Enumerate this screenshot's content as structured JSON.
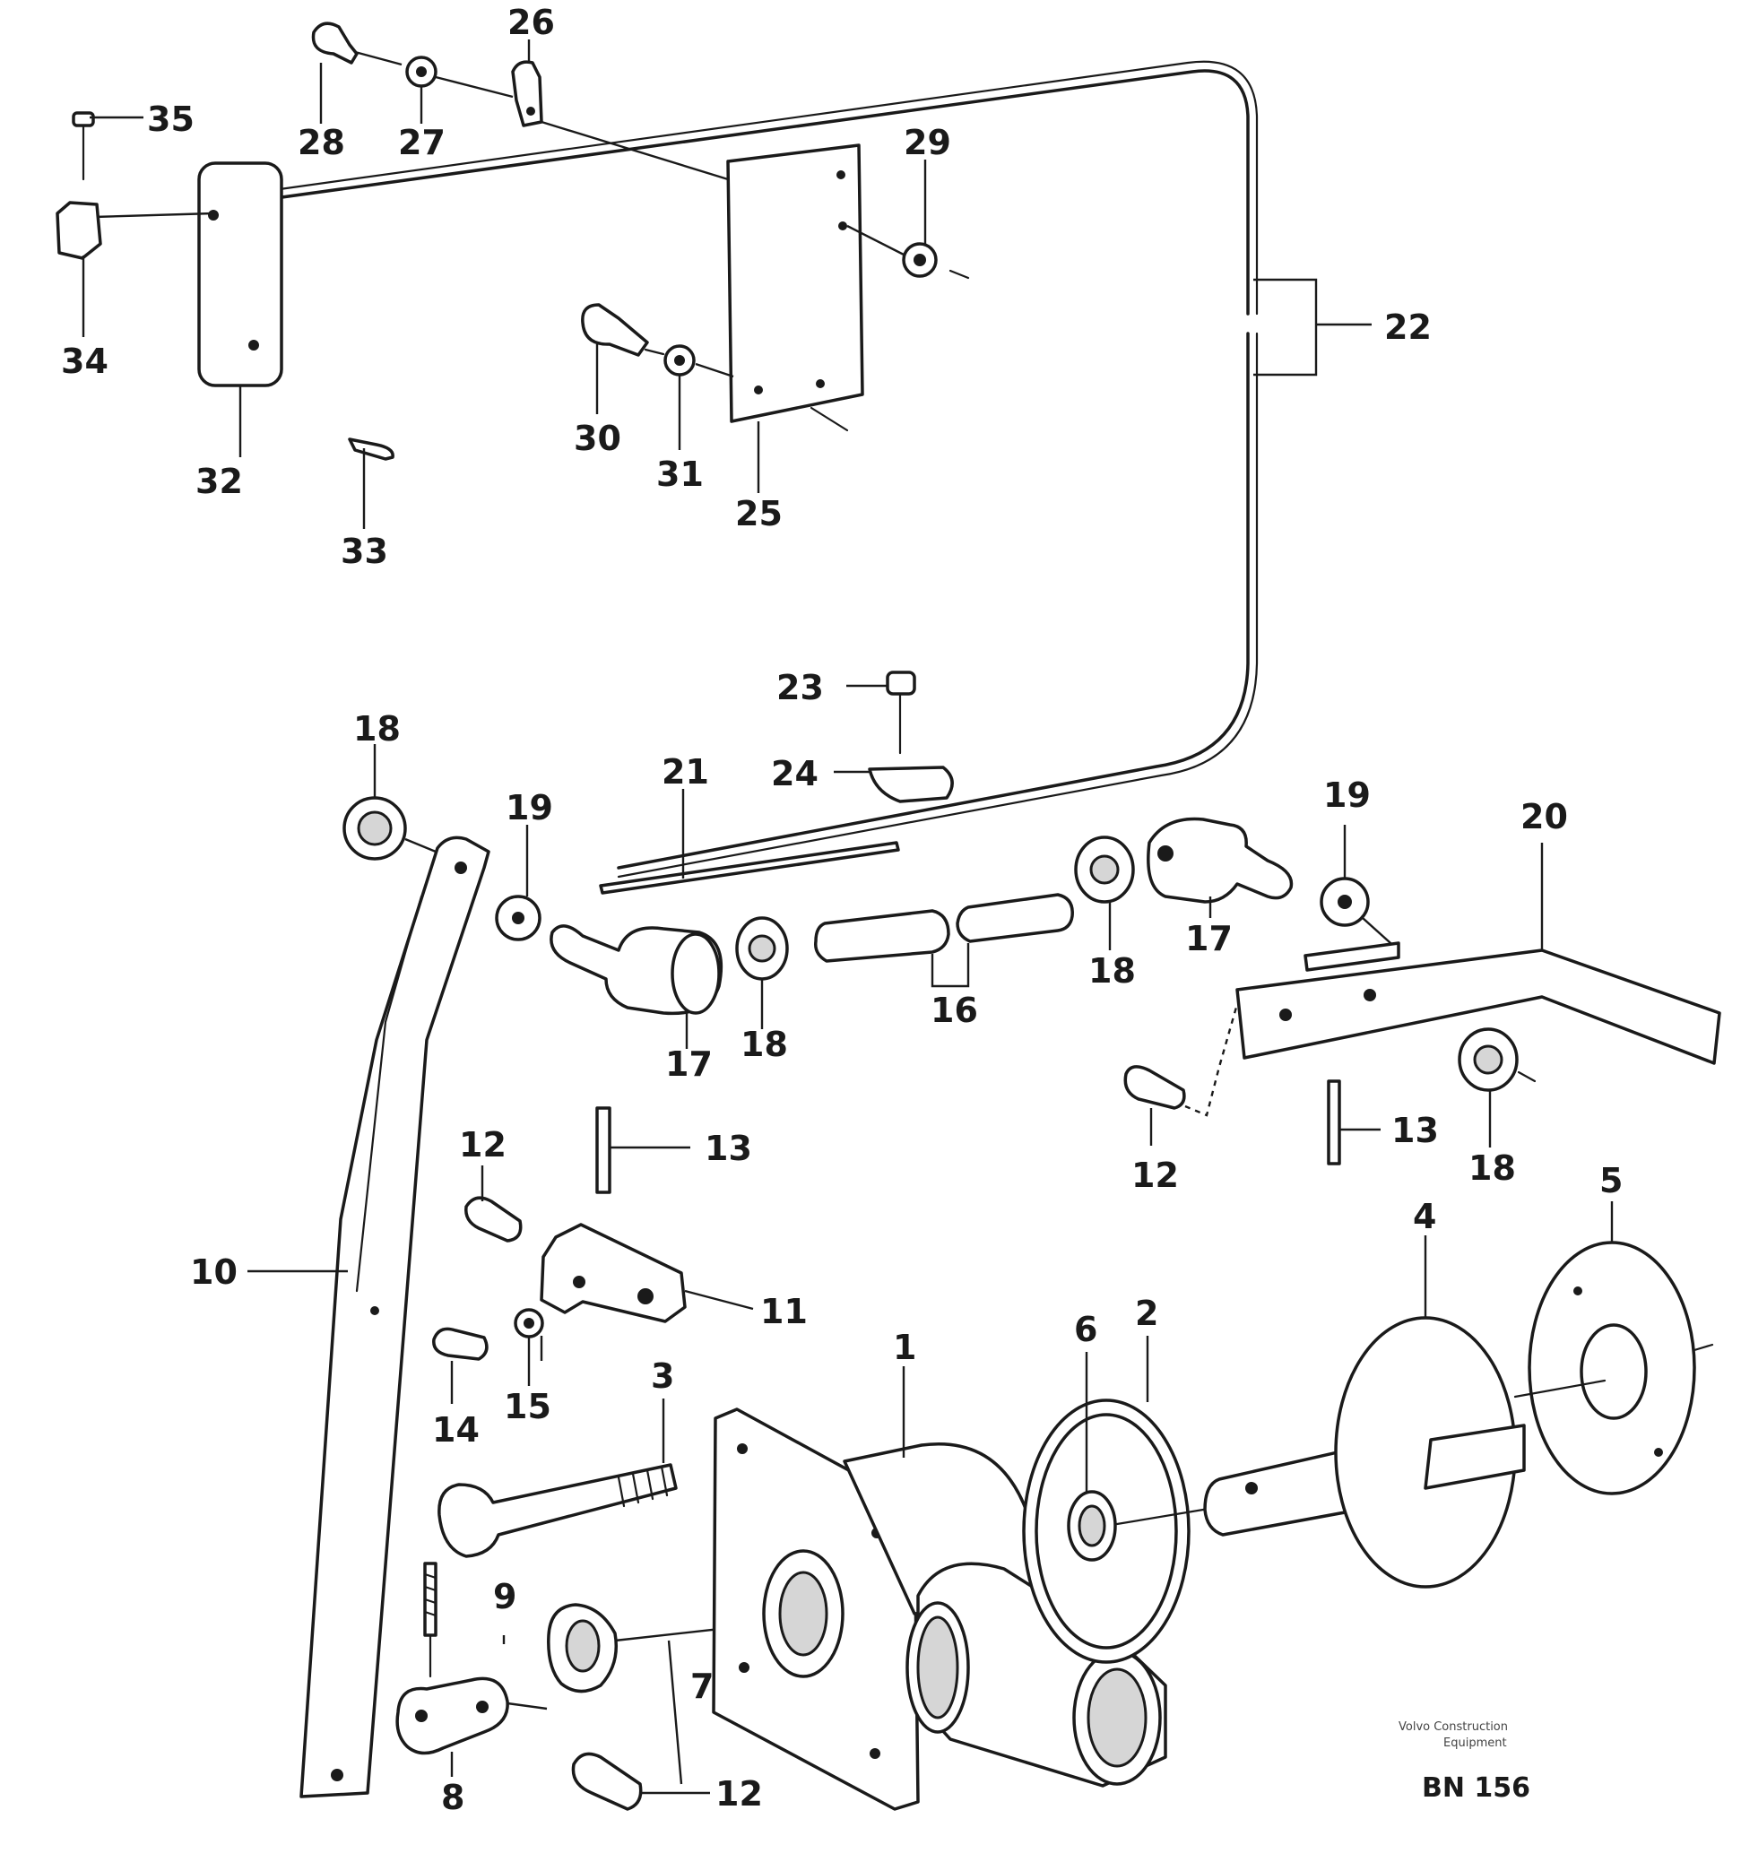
{
  "diagram": {
    "kind": "exploded parts drawing",
    "callouts": [
      "1",
      "2",
      "3",
      "4",
      "5",
      "6",
      "7",
      "8",
      "9",
      "10",
      "11",
      "12",
      "12",
      "12",
      "12",
      "13",
      "13",
      "14",
      "15",
      "16",
      "17",
      "17",
      "18",
      "18",
      "18",
      "18",
      "18",
      "19",
      "19",
      "19",
      "19",
      "20",
      "21",
      "22",
      "23",
      "24",
      "25",
      "26",
      "27",
      "28",
      "29",
      "30",
      "31",
      "32",
      "33",
      "34",
      "35"
    ]
  },
  "caption": {
    "line1": "Volvo Construction",
    "line2": "Equipment",
    "code": "BN 156"
  }
}
